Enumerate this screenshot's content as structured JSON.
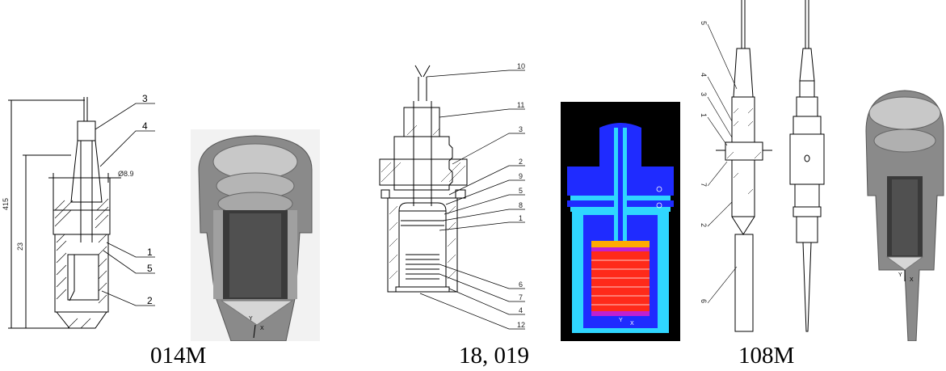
{
  "captions": {
    "first": "014M",
    "second": "18, 019",
    "third": "108M"
  },
  "panel_014M": {
    "part_labels": [
      "3",
      "4",
      "1",
      "5",
      "2"
    ],
    "dim_vertical_outer": "415",
    "dim_vertical_inner": "23",
    "dim_diameter": "Ø8.9",
    "axis_labels": [
      "Y",
      "X"
    ]
  },
  "panel_18_019": {
    "part_labels": [
      "10",
      "11",
      "3",
      "2",
      "9",
      "5",
      "8",
      "1",
      "6",
      "7",
      "4",
      "12"
    ],
    "axis_labels": [
      "Y",
      "X"
    ]
  },
  "panel_108M": {
    "part_labels": [
      "5",
      "4",
      "3",
      "1",
      "7",
      "2",
      "6"
    ],
    "axis_labels": [
      "Y",
      "X"
    ]
  },
  "colors": {
    "fea_background": "#000000",
    "fea_blue": "#1f2bff",
    "fea_cyan": "#2fd6ff",
    "fea_red": "#ff2a1a",
    "fea_orange": "#ffaa00",
    "fea_magenta": "#c020d0",
    "render_dark": "#3a3a3a",
    "render_mid": "#8a8a8a",
    "render_light": "#c8c8c8"
  }
}
